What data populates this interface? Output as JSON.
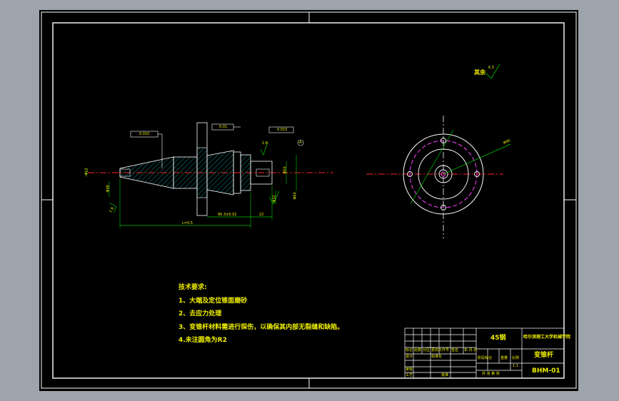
{
  "drawing": {
    "roughness_note": "其余",
    "roughness_value": "6.3"
  },
  "dimensions": {
    "left_dia": "Φ12",
    "taper_dia": "Φ48",
    "flange_dia": "Φ32",
    "right_dia": "Φ50",
    "bore_dia": "Φ60",
    "length_total": "L=0.5",
    "length_mid": "90.3±0.02",
    "length_right": "22",
    "circle_dia": "Φ90",
    "tol_left": "0.010",
    "tol_mid": "0.01",
    "tol_right": "0.015",
    "datum": "A",
    "roughness_left": "1.6",
    "roughness_right": "1.6"
  },
  "tech_requirements": {
    "title": "技术要求:",
    "items": [
      "1、大端及定位锥面磨砂",
      "2、去应力处理",
      "3、变锥杆材料需进行探伤，以确保其内部无裂缝和缺陷。",
      "4.未注圆角为R2"
    ]
  },
  "title_block": {
    "material": "45钢",
    "organization": "哈尔滨理工大学机械学院",
    "part_name": "变锥杆",
    "drawing_number": "BHM-01",
    "row_labels": [
      "标记",
      "处数",
      "分区",
      "更改文件号",
      "签名",
      "年.月.日"
    ],
    "design_label": "设计",
    "check_label": "审核",
    "process_label": "工艺",
    "approve_label": "批准",
    "std_label": "标准化",
    "stage_label": "阶段标记",
    "weight_label": "重量",
    "scale_label": "比例",
    "scale_value": "1:1",
    "sheet_label": "共 张 第 张"
  }
}
